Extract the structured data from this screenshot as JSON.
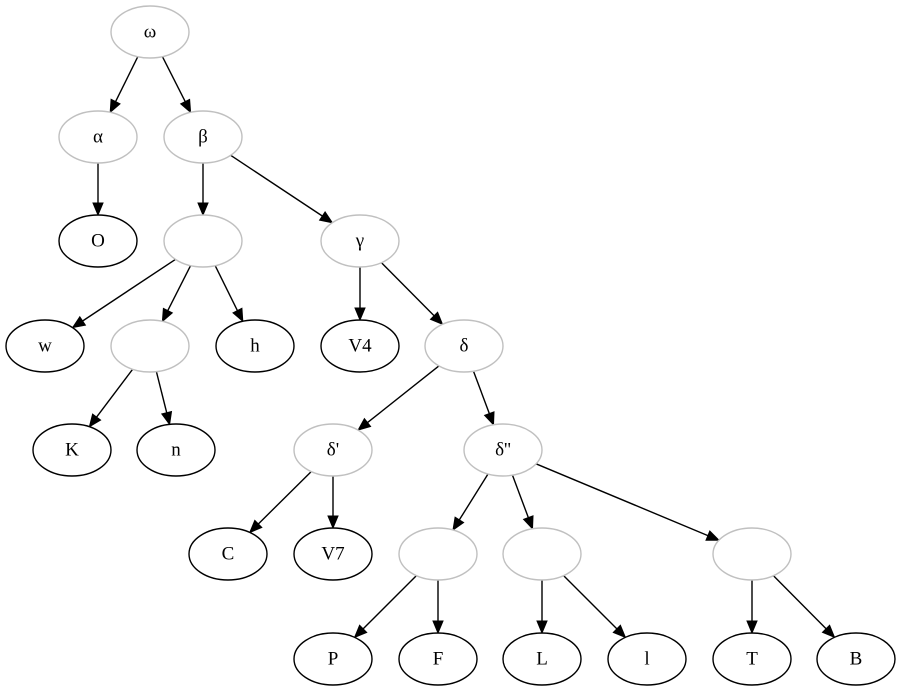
{
  "diagram": {
    "type": "tree",
    "colors": {
      "leaf_stroke": "#000000",
      "internal_stroke": "#c0c0c0",
      "edge": "#000000",
      "text": "#000000"
    },
    "nodes": [
      {
        "id": "omega",
        "label": "ω",
        "kind": "internal"
      },
      {
        "id": "alpha",
        "label": "α",
        "kind": "internal"
      },
      {
        "id": "beta",
        "label": "β",
        "kind": "internal"
      },
      {
        "id": "O",
        "label": "O",
        "kind": "leaf"
      },
      {
        "id": "u1",
        "label": "",
        "kind": "internal"
      },
      {
        "id": "gamma",
        "label": "γ",
        "kind": "internal"
      },
      {
        "id": "w",
        "label": "w",
        "kind": "leaf"
      },
      {
        "id": "u2",
        "label": "",
        "kind": "internal"
      },
      {
        "id": "h",
        "label": "h",
        "kind": "leaf"
      },
      {
        "id": "V4",
        "label": "V4",
        "kind": "leaf"
      },
      {
        "id": "delta",
        "label": "δ",
        "kind": "internal"
      },
      {
        "id": "K",
        "label": "K",
        "kind": "leaf"
      },
      {
        "id": "n",
        "label": "n",
        "kind": "leaf"
      },
      {
        "id": "delta1",
        "label": "δ'",
        "kind": "internal"
      },
      {
        "id": "delta2",
        "label": "δ''",
        "kind": "internal"
      },
      {
        "id": "C",
        "label": "C",
        "kind": "leaf"
      },
      {
        "id": "V7",
        "label": "V7",
        "kind": "leaf"
      },
      {
        "id": "u3",
        "label": "",
        "kind": "internal"
      },
      {
        "id": "u4",
        "label": "",
        "kind": "internal"
      },
      {
        "id": "u5",
        "label": "",
        "kind": "internal"
      },
      {
        "id": "P",
        "label": "P",
        "kind": "leaf"
      },
      {
        "id": "F",
        "label": "F",
        "kind": "leaf"
      },
      {
        "id": "L",
        "label": "L",
        "kind": "leaf"
      },
      {
        "id": "l",
        "label": "l",
        "kind": "leaf"
      },
      {
        "id": "T",
        "label": "T",
        "kind": "leaf"
      },
      {
        "id": "B",
        "label": "B",
        "kind": "leaf"
      }
    ],
    "edges": [
      {
        "from": "omega",
        "to": "alpha"
      },
      {
        "from": "omega",
        "to": "beta"
      },
      {
        "from": "alpha",
        "to": "O"
      },
      {
        "from": "beta",
        "to": "u1"
      },
      {
        "from": "beta",
        "to": "gamma"
      },
      {
        "from": "u1",
        "to": "w"
      },
      {
        "from": "u1",
        "to": "u2"
      },
      {
        "from": "u1",
        "to": "h"
      },
      {
        "from": "u2",
        "to": "K"
      },
      {
        "from": "u2",
        "to": "n"
      },
      {
        "from": "gamma",
        "to": "V4"
      },
      {
        "from": "gamma",
        "to": "delta"
      },
      {
        "from": "delta",
        "to": "delta1"
      },
      {
        "from": "delta",
        "to": "delta2"
      },
      {
        "from": "delta1",
        "to": "C"
      },
      {
        "from": "delta1",
        "to": "V7"
      },
      {
        "from": "delta2",
        "to": "u3"
      },
      {
        "from": "delta2",
        "to": "u4"
      },
      {
        "from": "delta2",
        "to": "u5"
      },
      {
        "from": "u3",
        "to": "P"
      },
      {
        "from": "u3",
        "to": "F"
      },
      {
        "from": "u4",
        "to": "L"
      },
      {
        "from": "u4",
        "to": "l"
      },
      {
        "from": "u5",
        "to": "T"
      },
      {
        "from": "u5",
        "to": "B"
      }
    ]
  }
}
